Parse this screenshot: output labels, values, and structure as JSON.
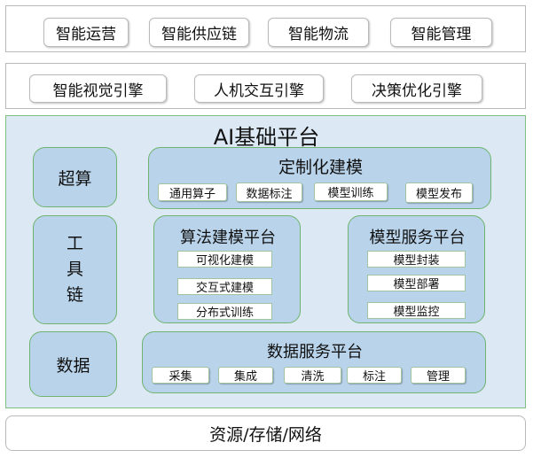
{
  "top_row": {
    "items": [
      "智能运营",
      "智能供应链",
      "智能物流",
      "智能管理"
    ]
  },
  "engine_row": {
    "items": [
      "智能视觉引擎",
      "人机交互引擎",
      "决策优化引擎"
    ]
  },
  "platform": {
    "title": "AI基础平台",
    "supercompute": "超算",
    "toolchain": [
      "工",
      "具",
      "链"
    ],
    "data": "数据",
    "custom_modeling": {
      "title": "定制化建模",
      "items": [
        "通用算子",
        "数据标注",
        "模型训练",
        "模型发布"
      ]
    },
    "algorithm_platform": {
      "title": "算法建模平台",
      "items": [
        "可视化建模",
        "交互式建模",
        "分布式训练"
      ]
    },
    "model_service": {
      "title": "模型服务平台",
      "items": [
        "模型封装",
        "模型部署",
        "模型监控"
      ]
    },
    "data_service": {
      "title": "数据服务平台",
      "items": [
        "采集",
        "集成",
        "清洗",
        "标注",
        "管理"
      ]
    }
  },
  "bottom_row": {
    "label": "资源/存储/网络"
  },
  "colors": {
    "platform_bg": "#dce9f5",
    "module_bg": "#b9d3ea",
    "module_border": "#6fb36f"
  }
}
